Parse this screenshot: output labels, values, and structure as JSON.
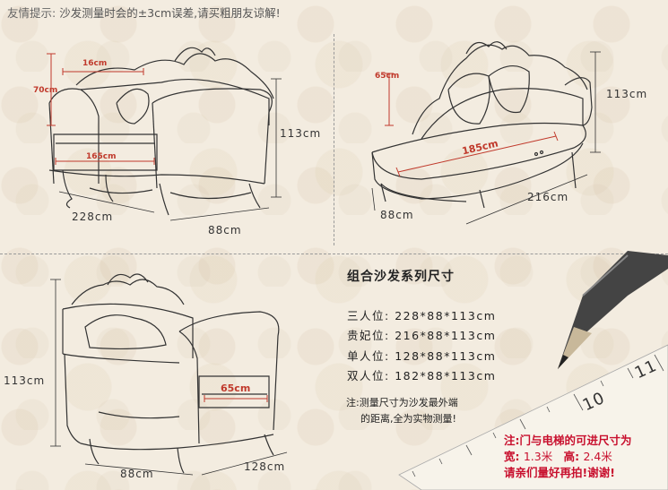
{
  "notice": {
    "label": "友情提示:",
    "text": "沙发测量时会的±3cm误差,请买粗朋友谅解!"
  },
  "sofa_three_seat": {
    "depth_label": "16cm",
    "seat_height_label": "70cm",
    "seat_width_label": "165cm",
    "height": "113cm",
    "width": "228cm",
    "depth": "88cm"
  },
  "chaise": {
    "back_label": "65cm",
    "seat_label": "185cm",
    "height": "113cm",
    "width": "216cm",
    "depth": "88cm"
  },
  "single_chair": {
    "seat_label": "65cm",
    "height": "113cm",
    "width": "88cm",
    "depth": "128cm"
  },
  "spec": {
    "title": "组合沙发系列尺寸",
    "rows": [
      {
        "label": "三人位:",
        "value": "228*88*113cm"
      },
      {
        "label": "贵妃位:",
        "value": "216*88*113cm"
      },
      {
        "label": "单人位:",
        "value": "128*88*113cm"
      },
      {
        "label": "双人位:",
        "value": "182*88*113cm"
      }
    ]
  },
  "note": {
    "line1": "注:测量尺寸为沙发最外端",
    "line2": "的距离,全为实物测量!"
  },
  "ruler": {
    "labels": [
      "10",
      "11"
    ]
  },
  "red_note": {
    "line1": "注:门与电梯的可进尺寸为",
    "width_label": "宽:",
    "width_value": "1.3米",
    "height_label": "高:",
    "height_value": "2.4米",
    "line3": "请亲们量好再拍!谢谢!"
  },
  "colors": {
    "accent_red": "#c0392b",
    "background": "#f3ece0"
  }
}
